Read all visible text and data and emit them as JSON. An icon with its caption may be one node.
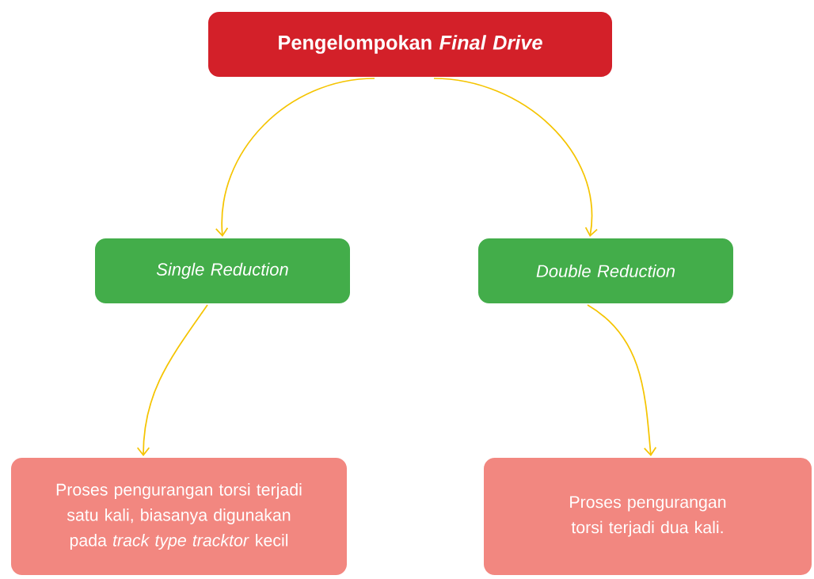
{
  "diagram": {
    "nodes": [
      {
        "text": [
          "Pengelompokan *Final Drive*"
        ]
      },
      {
        "text": [
          "Single Reduction"
        ]
      },
      {
        "text": [
          "Double Reduction"
        ]
      },
      {
        "text": [
          "Proses pengurangan torsi terjadi satu kali, biasanya digunakan pada *track type tracktor* kecil"
        ]
      },
      {
        "text": [
          "Proses pengurangan torsi terjadi dua kali."
        ]
      }
    ],
    "edges": [
      {
        "from": 0,
        "to": 1,
        "arrow": "to"
      },
      {
        "from": 0,
        "to": 2,
        "arrow": "to"
      },
      {
        "from": 1,
        "to": 3,
        "arrow": "to"
      },
      {
        "from": 2,
        "to": 4,
        "arrow": "to"
      }
    ]
  }
}
